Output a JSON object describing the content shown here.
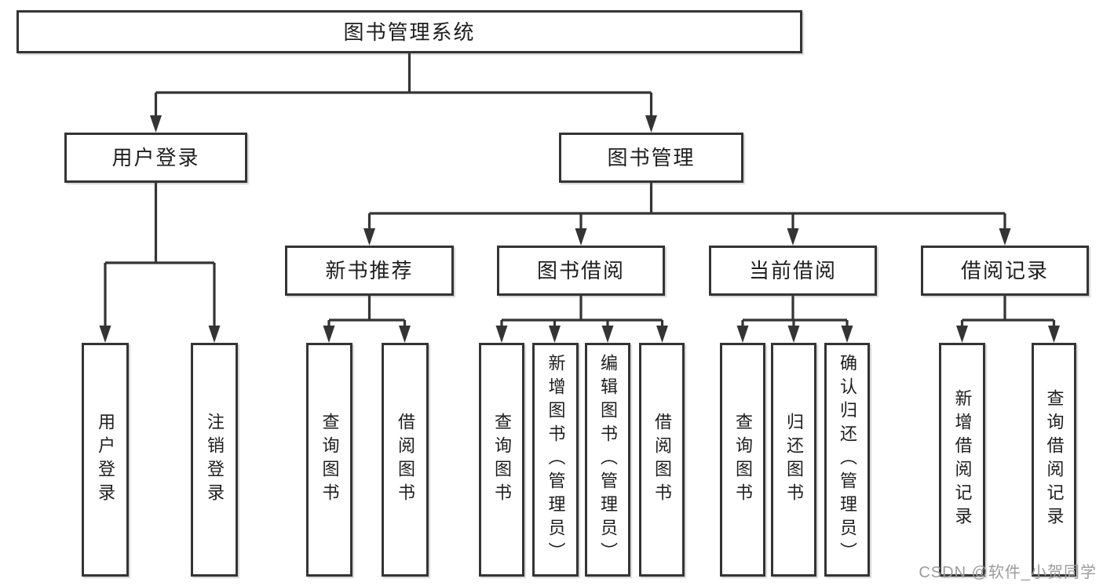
{
  "watermark": "CSDN @软件_小贺同学",
  "colors": {
    "line": "#343434",
    "box_border": "#343434",
    "text": "#1e1e1e",
    "watermark": "#9c9c9c",
    "background": "#ffffff"
  },
  "tree": {
    "label": "图书管理系统",
    "children": [
      {
        "label": "用户登录",
        "children": [
          {
            "label": "用户登录"
          },
          {
            "label": "注销登录"
          }
        ]
      },
      {
        "label": "图书管理",
        "children": [
          {
            "label": "新书推荐",
            "children": [
              {
                "label": "查询图书"
              },
              {
                "label": "借阅图书"
              }
            ]
          },
          {
            "label": "图书借阅",
            "children": [
              {
                "label": "查询图书"
              },
              {
                "label": "新增图书（管理员）"
              },
              {
                "label": "编辑图书（管理员）"
              },
              {
                "label": "借阅图书"
              }
            ]
          },
          {
            "label": "当前借阅",
            "children": [
              {
                "label": "查询图书"
              },
              {
                "label": "归还图书"
              },
              {
                "label": "确认归还（管理员）"
              }
            ]
          },
          {
            "label": "借阅记录",
            "children": [
              {
                "label": "新增借阅记录"
              },
              {
                "label": "查询借阅记录"
              }
            ]
          }
        ]
      }
    ]
  }
}
